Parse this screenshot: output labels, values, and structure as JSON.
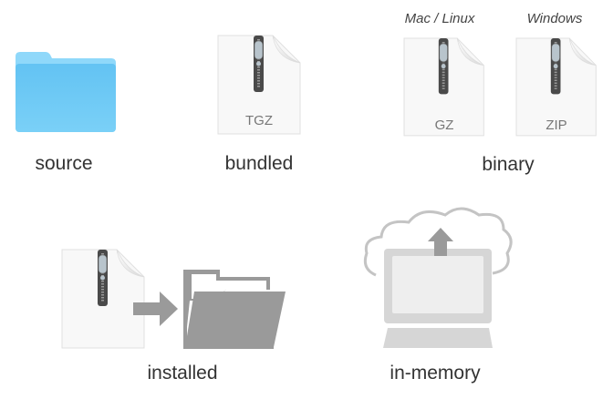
{
  "labels": {
    "source": "source",
    "bundled": "bundled",
    "binary": "binary",
    "installed": "installed",
    "in_memory": "in-memory"
  },
  "platforms": {
    "mac_linux": "Mac / Linux",
    "windows": "Windows"
  },
  "file_types": {
    "tgz": "TGZ",
    "gz": "GZ",
    "zip": "ZIP"
  },
  "colors": {
    "folder_blue": "#6cc8f5",
    "gray_icon": "#9a9a9a",
    "laptop_gray": "#d6d6d6"
  }
}
